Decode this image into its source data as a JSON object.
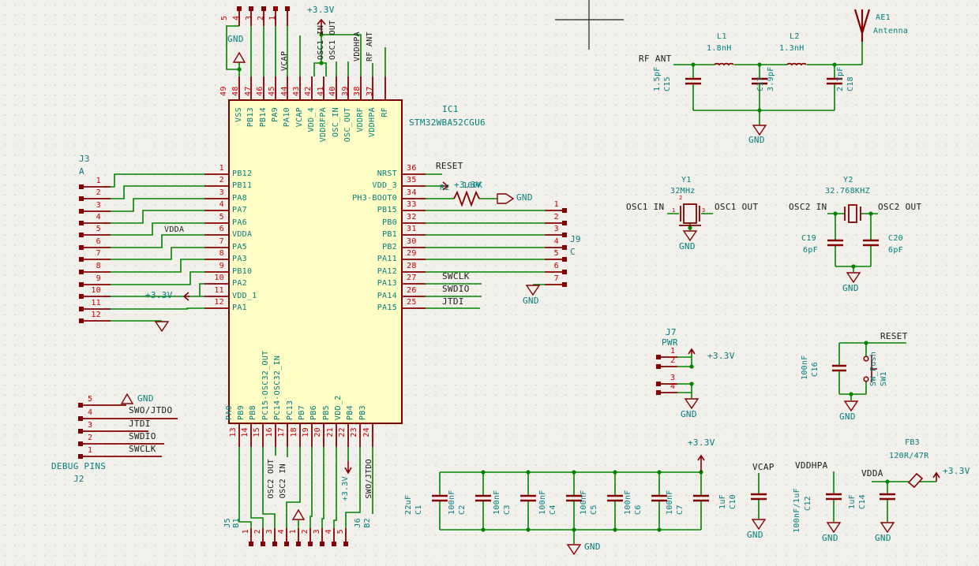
{
  "ic": {
    "ref": "IC1",
    "value": "STM32WBA52CGU6",
    "top": [
      {
        "n": "49",
        "t": "VSS"
      },
      {
        "n": "48",
        "t": "PB13"
      },
      {
        "n": "47",
        "t": "PB14"
      },
      {
        "n": "46",
        "t": "PA9"
      },
      {
        "n": "45",
        "t": "PA10"
      },
      {
        "n": "44",
        "t": "VCAP"
      },
      {
        "n": "43",
        "t": "VDD_4"
      },
      {
        "n": "42",
        "t": "VDDRFPA"
      },
      {
        "n": "41",
        "t": "OSC_IN"
      },
      {
        "n": "40",
        "t": "OSC_OUT"
      },
      {
        "n": "39",
        "t": "VDDRF"
      },
      {
        "n": "38",
        "t": "VDDHPA"
      },
      {
        "n": "37",
        "t": "RF"
      }
    ],
    "left": [
      {
        "n": "1",
        "t": "PB12"
      },
      {
        "n": "2",
        "t": "PB11"
      },
      {
        "n": "3",
        "t": "PA8"
      },
      {
        "n": "4",
        "t": "PA7"
      },
      {
        "n": "5",
        "t": "PA6"
      },
      {
        "n": "6",
        "t": "VDDA"
      },
      {
        "n": "7",
        "t": "PA5"
      },
      {
        "n": "8",
        "t": "PA3"
      },
      {
        "n": "9",
        "t": "PB10"
      },
      {
        "n": "10",
        "t": "PA2"
      },
      {
        "n": "11",
        "t": "VDD_1"
      },
      {
        "n": "12",
        "t": "PA1"
      }
    ],
    "right": [
      {
        "n": "36",
        "t": "NRST"
      },
      {
        "n": "35",
        "t": "VDD_3"
      },
      {
        "n": "34",
        "t": "PH3-BOOT0"
      },
      {
        "n": "33",
        "t": "PB15"
      },
      {
        "n": "32",
        "t": "PB0"
      },
      {
        "n": "31",
        "t": "PB1"
      },
      {
        "n": "30",
        "t": "PB2"
      },
      {
        "n": "29",
        "t": "PA11"
      },
      {
        "n": "28",
        "t": "PA12"
      },
      {
        "n": "27",
        "t": "PA13"
      },
      {
        "n": "26",
        "t": "PA14"
      },
      {
        "n": "25",
        "t": "PA15"
      }
    ],
    "bottom": [
      {
        "n": "13",
        "t": "PA0"
      },
      {
        "n": "14",
        "t": "PB9"
      },
      {
        "n": "15",
        "t": "PB8"
      },
      {
        "n": "16",
        "t": "PC15-OSC32_OUT"
      },
      {
        "n": "17",
        "t": "PC14-OSC32_IN"
      },
      {
        "n": "18",
        "t": "PC13"
      },
      {
        "n": "19",
        "t": "PB7"
      },
      {
        "n": "20",
        "t": "PB6"
      },
      {
        "n": "21",
        "t": "PB5"
      },
      {
        "n": "22",
        "t": "VDD_2"
      },
      {
        "n": "23",
        "t": "PB4"
      },
      {
        "n": "24",
        "t": "PB3"
      }
    ]
  },
  "topconn": {
    "pins": [
      "5",
      "4",
      "3",
      "2",
      "1"
    ]
  },
  "j3": {
    "ref": "J3",
    "val": "A",
    "pins": [
      "1",
      "2",
      "3",
      "4",
      "5",
      "6",
      "7",
      "8",
      "9",
      "10",
      "11",
      "12"
    ]
  },
  "j9": {
    "ref": "J9",
    "val": "C",
    "pins": [
      "1",
      "2",
      "3",
      "4",
      "5",
      "6",
      "7"
    ]
  },
  "j5": {
    "ref": "J5",
    "val": "B1",
    "pins": [
      "1",
      "2",
      "3",
      "4"
    ]
  },
  "j6": {
    "ref": "J6",
    "val": "B2",
    "pins": [
      "1",
      "2",
      "3",
      "4",
      "5"
    ]
  },
  "j7": {
    "ref": "J7",
    "val": "PWR",
    "pins": [
      "1",
      "2",
      "3",
      "4"
    ]
  },
  "j2": {
    "ref": "J2",
    "val": "DEBUG PINS",
    "pins": [
      "5",
      "4",
      "3",
      "2",
      "1"
    ],
    "labels": [
      "GND",
      "SWO/JTDO",
      "JTDI",
      "SWDIO",
      "SWCLK"
    ]
  },
  "nets": {
    "gnd": "GND",
    "p33": "+3.3V",
    "reset": "RESET",
    "swclk": "SWCLK",
    "swdio": "SWDIO",
    "jtdi": "JTDI",
    "swo": "SWO/JTDO",
    "vdda": "VDDA",
    "vcap": "VCAP",
    "vddhpa": "VDDHPA",
    "rfant": "RF ANT",
    "osc1in": "OSC1 IN",
    "osc1out": "OSC1 OUT",
    "osc2in": "OSC2 IN",
    "osc2out": "OSC2 OUT"
  },
  "parts": {
    "r2": {
      "r": "R2",
      "v": "100K"
    },
    "ant": {
      "r": "AE1",
      "v": "Antenna"
    },
    "l1": {
      "r": "L1",
      "v": "1.8nH"
    },
    "l2": {
      "r": "L2",
      "v": "1.3nH"
    },
    "c15": {
      "r": "C15",
      "v": "1.5pF"
    },
    "c17": {
      "r": "C17",
      "v": "3.9pF"
    },
    "c18": {
      "r": "C18",
      "v": "2.7pF"
    },
    "y1": {
      "r": "Y1",
      "v": "32MHz",
      "p1": "1",
      "p2": "2",
      "p3": "3"
    },
    "y2": {
      "r": "Y2",
      "v": "32.768KHZ"
    },
    "c19": {
      "r": "C19",
      "v": "6pF"
    },
    "c20": {
      "r": "C20",
      "v": "6pF"
    },
    "c16": {
      "r": "C16",
      "v": "100nF"
    },
    "sw1": {
      "r": "SW1",
      "v": "SW_Push"
    },
    "c10": {
      "r": "C10",
      "v": "1uF"
    },
    "c12": {
      "r": "C12",
      "v": "100nF/1uF"
    },
    "c14": {
      "r": "C14",
      "v": "1uF"
    },
    "fb3": {
      "r": "FB3",
      "v": "120R/47R"
    }
  },
  "bank": [
    {
      "r": "C1",
      "v": "22uF"
    },
    {
      "r": "C2",
      "v": "100nF"
    },
    {
      "r": "C3",
      "v": "100nF"
    },
    {
      "r": "C4",
      "v": "100nF"
    },
    {
      "r": "C5",
      "v": "100nF"
    },
    {
      "r": "C6",
      "v": "100nF"
    },
    {
      "r": "C7",
      "v": "100nF"
    }
  ],
  "colors": {
    "wire": "#008400",
    "symbol": "#840000",
    "pin_number": "#c40000",
    "text": "#007e7e",
    "ic_fill": "#ffffc6"
  }
}
